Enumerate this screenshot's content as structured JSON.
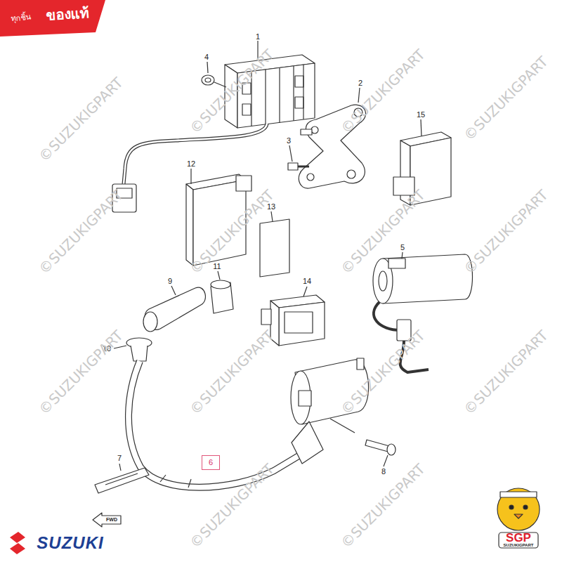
{
  "diagram": {
    "nodes": [
      {
        "text": [
          "6"
        ]
      }
    ],
    "labels": [
      "ทุกชิ้น",
      "ของแท้",
      "1",
      "2",
      "3",
      "4",
      "5",
      "7",
      "8",
      "9",
      "10",
      "11",
      "12",
      "13",
      "14",
      "15",
      "©SUZUKIGPART",
      "©SUZUKIGPART",
      "©SUZUKIGPART",
      "©SUZUKIGPART",
      "©SUZUKIGPART",
      "©SUZUKIGPART",
      "©SUZUKIGPART",
      "©SUZUKIGPART",
      "©SUZUKIGPART",
      "©SUZUKIGPART",
      "©SUZUKIGPART",
      "©SUZUKIGPART",
      "©SUZUKIGPART",
      "©SUZUKIGPART",
      "FWD",
      "SUZUKI",
      "SGP",
      "SUZUKIGPART"
    ]
  }
}
